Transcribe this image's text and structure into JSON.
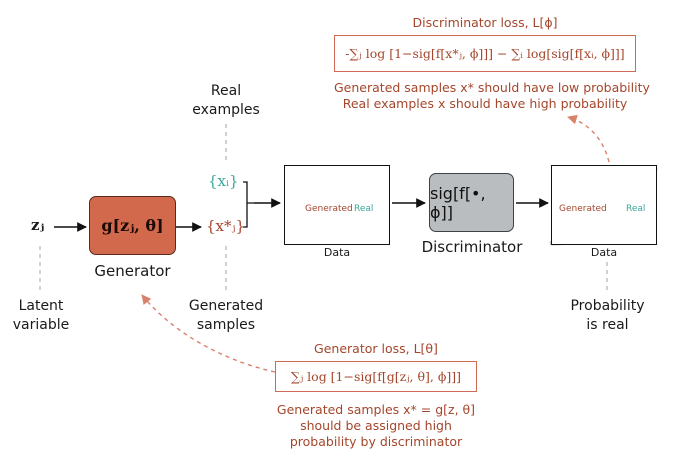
{
  "latent": {
    "symbol": "𝐳ⱼ",
    "label_line1": "Latent",
    "label_line2": "variable"
  },
  "generator": {
    "box_text": "g[zⱼ, θ]",
    "label": "Generator"
  },
  "real_examples": {
    "label_line1": "Real",
    "label_line2": "examples",
    "symbol": "{xᵢ}"
  },
  "generated_samples": {
    "label_line1": "Generated",
    "label_line2": "samples",
    "symbol": "{x*ⱼ}"
  },
  "data_plot_1": {
    "generated_label": "Generated",
    "real_label": "Real",
    "axis_label": "Data"
  },
  "discriminator": {
    "box_text": "sig[f[•, ϕ]]",
    "label": "Discriminator"
  },
  "data_plot_2": {
    "generated_label": "Generated",
    "real_label": "Real",
    "axis_label": "Data"
  },
  "probability": {
    "label_line1": "Probability",
    "label_line2": "is real"
  },
  "discriminator_loss": {
    "title": "Discriminator loss, L[ϕ]",
    "formula": "-∑ⱼ log [1−sig[f[x*ⱼ, ϕ]]] − ∑ᵢ log[sig[f[xᵢ, ϕ]]]",
    "note_line1": "Generated samples x* should have low probability",
    "note_line2": "Real examples x should have high probability"
  },
  "generator_loss": {
    "title": "Generator loss, L[θ]",
    "formula": "∑ⱼ log [1−sig[f[g[zⱼ, θ], ϕ]]]",
    "note_line1": "Generated samples x* = g[z, θ]",
    "note_line2": "should be assigned high",
    "note_line3": "probability by discriminator"
  },
  "colors": {
    "generated": "#cf6a53",
    "real": "#6fc4bb",
    "generator_fill": "#d2694d",
    "discriminator_fill": "#b9bdbf",
    "sigmoid": "#c4c8c9"
  }
}
